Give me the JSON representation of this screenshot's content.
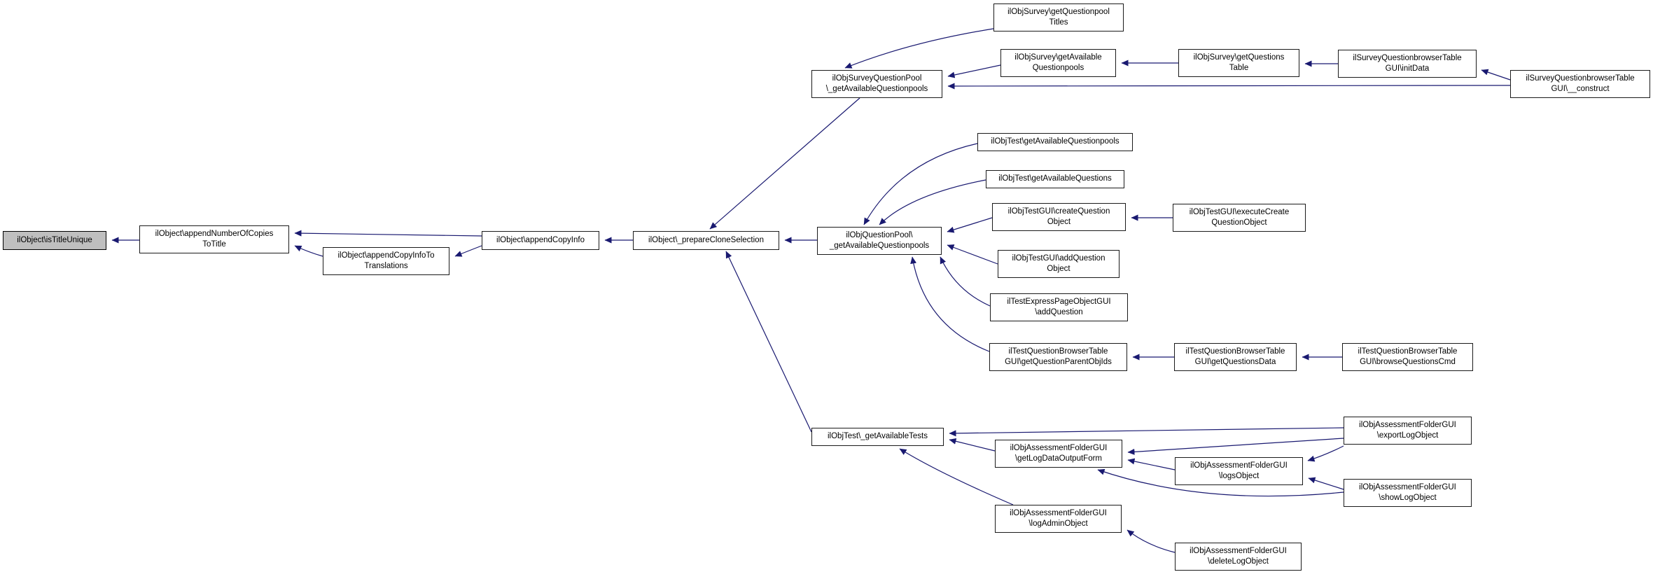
{
  "meta": {
    "diagram_kind": "caller-graph",
    "colors": {
      "edge": "#191970",
      "node_border": "#1a1a1a",
      "node_fill": "#ffffff",
      "current_node_fill": "#bfbfbf",
      "background": "#ffffff"
    }
  },
  "nodes": {
    "isTitleUnique": "ilObject\\isTitleUnique",
    "appendNumberOfCopiesToTitle": "ilObject\\appendNumberOfCopies\nToTitle",
    "appendCopyInfoToTranslations": "ilObject\\appendCopyInfoTo\nTranslations",
    "appendCopyInfo": "ilObject\\appendCopyInfo",
    "prepareCloneSelection": "ilObject\\_prepareCloneSelection",
    "objQuestionPoolGetAvailableQuestionpools": "ilObjQuestionPool\\\n_getAvailableQuestionpools",
    "objSurveyQuestionPoolGetAvailableQuestionpools": "ilObjSurveyQuestionPool\n\\_getAvailableQuestionpools",
    "surveyGetQuestionpoolTitles": "ilObjSurvey\\getQuestionpool\nTitles",
    "surveyGetAvailableQuestionpools": "ilObjSurvey\\getAvailable\nQuestionpools",
    "surveyGetQuestionsTable": "ilObjSurvey\\getQuestions\nTable",
    "surveyBrowserInitData": "ilSurveyQuestionbrowserTable\nGUI\\initData",
    "surveyBrowserConstruct": "ilSurveyQuestionbrowserTable\nGUI\\__construct",
    "testGetAvailableQuestionpools": "ilObjTest\\getAvailableQuestionpools",
    "testGetAvailableQuestions": "ilObjTest\\getAvailableQuestions",
    "testGuiCreateQuestionObject": "ilObjTestGUI\\createQuestion\nObject",
    "testGuiExecuteCreateQuestionObject": "ilObjTestGUI\\executeCreate\nQuestionObject",
    "testGuiAddQuestionObject": "ilObjTestGUI\\addQuestion\nObject",
    "expressAddQuestion": "ilTestExpressPageObjectGUI\n\\addQuestion",
    "browserGetQuestionParentObjIds": "ilTestQuestionBrowserTable\nGUI\\getQuestionParentObjIds",
    "browserGetQuestionsData": "ilTestQuestionBrowserTable\nGUI\\getQuestionsData",
    "browserBrowseQuestionsCmd": "ilTestQuestionBrowserTable\nGUI\\browseQuestionsCmd",
    "testGetAvailableTests": "ilObjTest\\_getAvailableTests",
    "assessGetLogDataOutputForm": "ilObjAssessmentFolderGUI\n\\getLogDataOutputForm",
    "assessExportLogObject": "ilObjAssessmentFolderGUI\n\\exportLogObject",
    "assessLogsObject": "ilObjAssessmentFolderGUI\n\\logsObject",
    "assessShowLogObject": "ilObjAssessmentFolderGUI\n\\showLogObject",
    "assessLogAdminObject": "ilObjAssessmentFolderGUI\n\\logAdminObject",
    "assessDeleteLogObject": "ilObjAssessmentFolderGUI\n\\deleteLogObject"
  },
  "edges": [
    {
      "from": "appendNumberOfCopiesToTitle",
      "to": "isTitleUnique"
    },
    {
      "from": "appendCopyInfo",
      "to": "appendNumberOfCopiesToTitle"
    },
    {
      "from": "appendCopyInfoToTranslations",
      "to": "appendNumberOfCopiesToTitle"
    },
    {
      "from": "appendCopyInfo",
      "to": "appendCopyInfoToTranslations"
    },
    {
      "from": "prepareCloneSelection",
      "to": "appendCopyInfo"
    },
    {
      "from": "objQuestionPoolGetAvailableQuestionpools",
      "to": "prepareCloneSelection"
    },
    {
      "from": "objSurveyQuestionPoolGetAvailableQuestionpools",
      "to": "prepareCloneSelection"
    },
    {
      "from": "testGetAvailableTests",
      "to": "prepareCloneSelection"
    },
    {
      "from": "surveyGetQuestionpoolTitles",
      "to": "objSurveyQuestionPoolGetAvailableQuestionpools"
    },
    {
      "from": "surveyGetAvailableQuestionpools",
      "to": "objSurveyQuestionPoolGetAvailableQuestionpools"
    },
    {
      "from": "surveyBrowserConstruct",
      "to": "objSurveyQuestionPoolGetAvailableQuestionpools"
    },
    {
      "from": "surveyGetQuestionsTable",
      "to": "surveyGetAvailableQuestionpools"
    },
    {
      "from": "surveyBrowserInitData",
      "to": "surveyGetQuestionsTable"
    },
    {
      "from": "surveyBrowserConstruct",
      "to": "surveyBrowserInitData"
    },
    {
      "from": "testGetAvailableQuestionpools",
      "to": "objQuestionPoolGetAvailableQuestionpools"
    },
    {
      "from": "testGetAvailableQuestions",
      "to": "objQuestionPoolGetAvailableQuestionpools"
    },
    {
      "from": "testGuiCreateQuestionObject",
      "to": "objQuestionPoolGetAvailableQuestionpools"
    },
    {
      "from": "testGuiExecuteCreateQuestionObject",
      "to": "testGuiCreateQuestionObject"
    },
    {
      "from": "testGuiAddQuestionObject",
      "to": "objQuestionPoolGetAvailableQuestionpools"
    },
    {
      "from": "expressAddQuestion",
      "to": "objQuestionPoolGetAvailableQuestionpools"
    },
    {
      "from": "browserGetQuestionParentObjIds",
      "to": "objQuestionPoolGetAvailableQuestionpools"
    },
    {
      "from": "browserGetQuestionsData",
      "to": "browserGetQuestionParentObjIds"
    },
    {
      "from": "browserBrowseQuestionsCmd",
      "to": "browserGetQuestionsData"
    },
    {
      "from": "assessGetLogDataOutputForm",
      "to": "testGetAvailableTests"
    },
    {
      "from": "assessExportLogObject",
      "to": "testGetAvailableTests"
    },
    {
      "from": "assessLogAdminObject",
      "to": "testGetAvailableTests"
    },
    {
      "from": "assessExportLogObject",
      "to": "assessGetLogDataOutputForm"
    },
    {
      "from": "assessLogsObject",
      "to": "assessGetLogDataOutputForm"
    },
    {
      "from": "assessShowLogObject",
      "to": "assessGetLogDataOutputForm"
    },
    {
      "from": "assessExportLogObject",
      "to": "assessLogsObject"
    },
    {
      "from": "assessShowLogObject",
      "to": "assessLogsObject"
    },
    {
      "from": "assessDeleteLogObject",
      "to": "assessLogAdminObject"
    }
  ]
}
